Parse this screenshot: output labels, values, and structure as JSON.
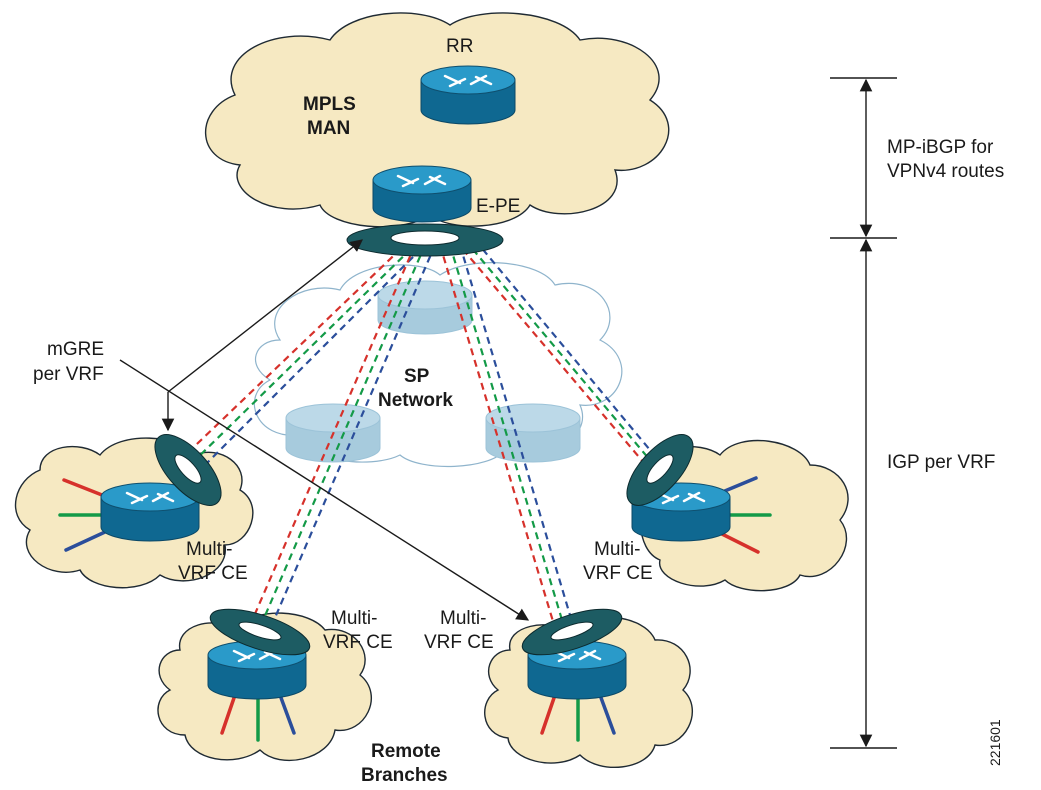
{
  "labels": {
    "rr": "RR",
    "mpls": [
      "MPLS",
      "MAN"
    ],
    "epe": "E-PE",
    "sp": [
      "SP",
      "Network"
    ],
    "mgre": [
      "mGRE",
      "per VRF"
    ],
    "ce_left": [
      "Multi-",
      "VRF CE"
    ],
    "ce_right": [
      "Multi-",
      "VRF CE"
    ],
    "ce_bottom_left": [
      "Multi-",
      "VRF CE"
    ],
    "ce_bottom_right": [
      "Multi-",
      "VRF CE"
    ],
    "remote": [
      "Remote",
      "Branches"
    ],
    "mpibgp": [
      "MP-iBGP for",
      "VPNv4 routes"
    ],
    "igp": "IGP per VRF",
    "figure_id": "221601"
  },
  "colors": {
    "cloud": "#f6e9c2",
    "router": "#2a9ac9",
    "ring": "#1d5c63",
    "vrf_red": "#d6312b",
    "vrf_green": "#139a47",
    "vrf_blue": "#2b4e9b"
  },
  "icons": {
    "router": "router-icon",
    "tunnel": "tunnel-ring-icon"
  }
}
